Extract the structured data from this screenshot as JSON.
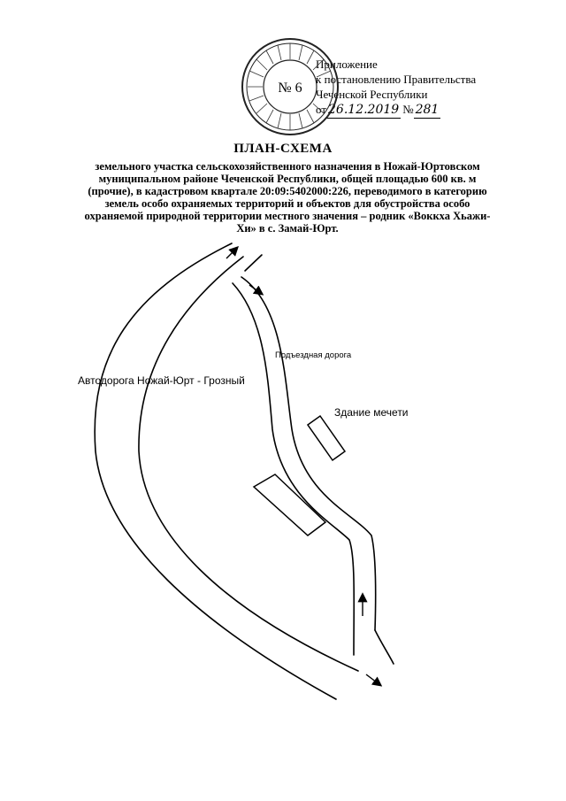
{
  "annex": {
    "line1": "Приложение",
    "line2": "к постановлению Правительства",
    "line3": "Чеченской Республики",
    "date_prefix": "от",
    "date": "26.12.2019",
    "number_label": "№",
    "number": "281"
  },
  "seal": {
    "number": "№ 6"
  },
  "document": {
    "title": "ПЛАН-СХЕМА",
    "subtitle": "земельного участка сельскохозяйственного назначения в Ножай-Юртовском муниципальном районе Чеченской Республики, общей площадью 600 кв. м (прочие), в кадастровом квартале 20:09:5402000:226, переводимого в категорию земель особо охраняемых территорий и объектов для обустройства особо охраняемой природной территории местного значения – родник «Воккха Хьажи-Хи» в с. Замай-Юрт."
  },
  "scheme": {
    "road_label": "Автодорога Ножай-Юрт - Грозный",
    "access_road_label": "Подъездная дорога",
    "mosque_label": "Здание мечети"
  }
}
